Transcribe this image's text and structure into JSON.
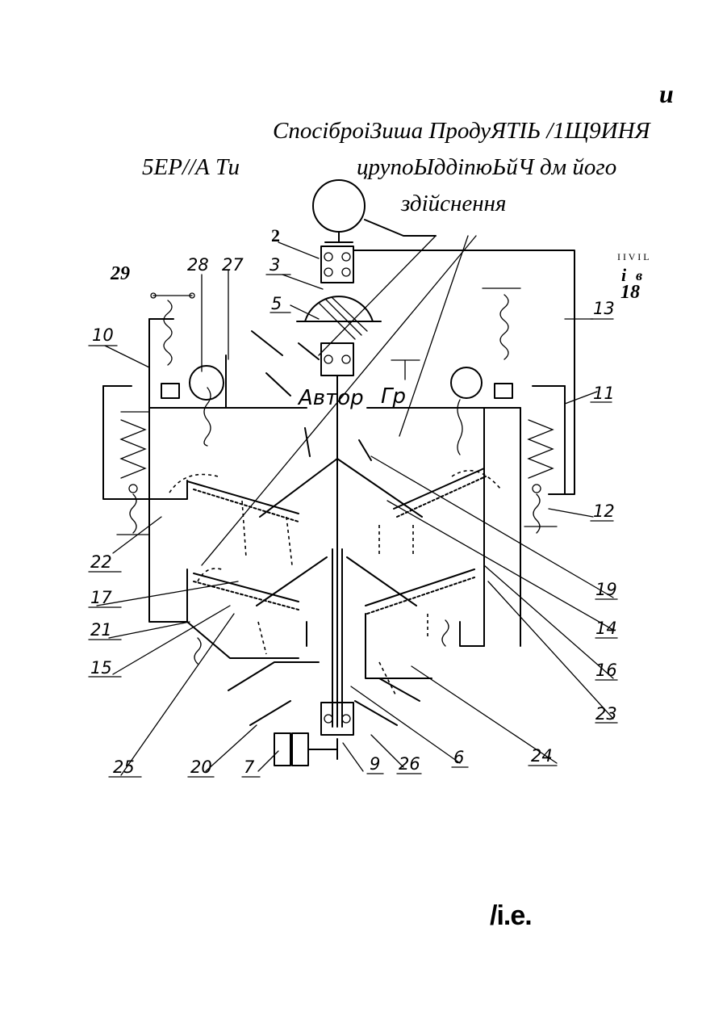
{
  "header": {
    "mark": "и",
    "title_line1": "СпосіброіЗиша ПродуЯТІЬ /1Щ9ИНЯ",
    "title_line2_left": "5ЕР//А Ти",
    "title_line2_right": "црупоЫддіпюЬйЧ дм його",
    "title_line3": "здійснення"
  },
  "labels": {
    "n2": "2",
    "n29": "29",
    "n18": "18",
    "i": "і",
    "v": "в",
    "ticks": "I I   V   I     L",
    "n28": "28",
    "n27": "27",
    "n3": "3",
    "n5": "5",
    "n10": "10",
    "n13": "13",
    "n11": "11",
    "n12": "12",
    "n22": "22",
    "n17": "17",
    "n21": "21",
    "n15": "15",
    "n19": "19",
    "n14": "14",
    "n16": "16",
    "n23": "23",
    "n24": "24",
    "n25": "25",
    "n20": "20",
    "n7": "7",
    "n9": "9",
    "n26": "26",
    "n6": "6",
    "author": "Автор",
    "gr": "Гр"
  },
  "footer": {
    "mark": "/і.е."
  }
}
